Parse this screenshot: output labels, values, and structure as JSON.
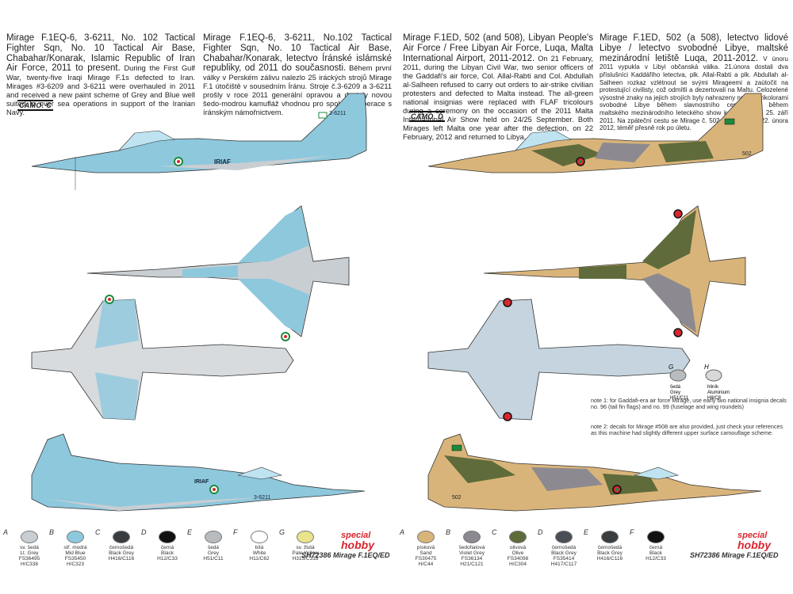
{
  "left": {
    "caption_en_lead": "Mirage F.1EQ-6, 3-6211, No. 102 Tactical Fighter Sqn, No. 10 Tactical Air Base, Chabahar/Konarak, Islamic Republic of Iran Air Force, 2011 to present.",
    "caption_en_rest": "During the First Gulf War, twenty-five Iraqi Mirage F.1s defected to Iran. Mirages #3-6209 and 3-6211 were overhauled in 2011 and received a new paint scheme of Grey and Blue well suited to over sea operations in support of the Iranian Navy.",
    "caption_cz_lead": "Mirage F.1EQ-6, 3-6211, No.102 Tactical Fighter Sqn, No. 10 Tactical Air Base, Chabahar/Konarak, letectvo Íránské islámské republiky, od 2011 do současnosti.",
    "caption_cz_rest": "Během první války v Perském zálivu nalezlo 25 iráckých strojů Mirage F.1 útočiště v sousedním Íránu. Stroje č.3-6209 a 3-6211 prošly v roce 2011 generální opravou a dostaly novou šedo-modrou kamufláž vhodnou pro společné operace s íránským námořnictvem.",
    "camo_label": "CAMO. C",
    "serial": "3-6211",
    "marking": "IRIAF",
    "footer": "SH72386 Mirage F.1EQ/ED",
    "swatches": [
      {
        "code": "A",
        "name1": "sv. šedá",
        "name2": "Lt. Grey",
        "fs": "FS36495",
        "ref": "H/C338",
        "color": "#c9ced2"
      },
      {
        "code": "B",
        "name1": "stř. modrá",
        "name2": "Mid Blue",
        "fs": "FS35450",
        "ref": "H/C323",
        "color": "#8ec8dd"
      },
      {
        "code": "C",
        "name1": "černošedá",
        "name2": "Black Grey",
        "fs": "H416/C116",
        "ref": "",
        "color": "#3a3d3f"
      },
      {
        "code": "D",
        "name1": "černá",
        "name2": "Black",
        "fs": "H12/C33",
        "ref": "",
        "color": "#111111"
      },
      {
        "code": "E",
        "name1": "šedá",
        "name2": "Grey",
        "fs": "H51/C11",
        "ref": "",
        "color": "#b9bcbf"
      },
      {
        "code": "F",
        "name1": "bílá",
        "name2": "White",
        "fs": "H11/C62",
        "ref": "",
        "color": "#ffffff"
      },
      {
        "code": "G",
        "name1": "sv. žlutá",
        "name2": "Pale Yellow",
        "fs": "H315/C318",
        "ref": "",
        "color": "#e9e48b"
      }
    ]
  },
  "right": {
    "caption_en_lead": "Mirage F.1ED, 502 (and 508), Libyan People's Air Force / Free Libyan Air Force, Luqa, Malta International Airport, 2011-2012.",
    "caption_en_rest": "On 21 February, 2011, during the Libyan Civil War, two senior officers of the Gaddafi's air force, Col. Allal-Rabti and Col. Abdullah al-Salheen refused to carry out orders to air-strike civilian protesters and defected to Malta instead. The all-green national insignias were replaced with FLAF tricolours during a ceremony on the occasion of the 2011 Malta International Air Show held on 24/25 September. Both Mirages left Malta one year after the defection, on 22 February, 2012 and returned to Libya.",
    "caption_cz_lead": "Mirage F.1ED, 502 (a 508), letectvo lidové Libye / letectvo svobodné Libye, maltské mezinárodní letiště Luqa, 2011-2012.",
    "caption_cz_rest": "V únoru 2011 vypukla v Libyi občanská válka. 21.února dostali dva příslušníci Kaddáfího letectva, plk. Allal-Rabti a plk. Abdullah al-Salheen rozkaz vzlétnout se svými Mirageemi a zaútočit na protestující civilisty, což odmítli a dezertovali na Maltu. Celozelené výsostné znaky na jejich strojích byly nahrazeny novými trikolorami svobodné Libye během slavnostního ceremoniálu během maltského mezinárodního leteckého show konané 24. a 25. září 2011. Na zpáteční cestu se Mirage č. 502 a 508 vydaly 22. února 2012, téměř přesně rok po úletu.",
    "camo_label": "CAMO. D",
    "serial": "502",
    "note1": "note 1: for Gaddafi-era air force Mirage, use early two national insignia decals no. 96 (tail fin flags) and no. 99 (fuselage and wing roundels)",
    "note2": "note 2: decals for Mirage #508 are also provided, just check your references as this machine had slightly different upper surface camouflage scheme.",
    "mini_swatches": [
      {
        "code": "G",
        "name1": "šedá",
        "name2": "Grey",
        "ref": "H51/C11",
        "color": "#b9bcbf"
      },
      {
        "code": "H",
        "name1": "hliník",
        "name2": "Aluminium",
        "ref": "H8/C8",
        "color": "#d8d8d8"
      }
    ],
    "footer": "SH72386 Mirage F.1EQ/ED",
    "swatches": [
      {
        "code": "A",
        "name1": "písková",
        "name2": "Sand",
        "fs": "FS30475",
        "ref": "H/C44",
        "color": "#d9b47a"
      },
      {
        "code": "B",
        "name1": "šedofialová",
        "name2": "Violet Grey",
        "fs": "FS36134",
        "ref": "H21/C121",
        "color": "#8c8a90"
      },
      {
        "code": "C",
        "name1": "olivová",
        "name2": "Olive",
        "fs": "FS34098",
        "ref": "H/C304",
        "color": "#5f6b3a"
      },
      {
        "code": "D",
        "name1": "černošedá",
        "name2": "Black Grey",
        "fs": "FS35414",
        "ref": "H417/C117",
        "color": "#4a4f57"
      },
      {
        "code": "E",
        "name1": "černošedá",
        "name2": "Black Grey",
        "fs": "H416/C116",
        "ref": "",
        "color": "#3a3d3f"
      },
      {
        "code": "F",
        "name1": "černá",
        "name2": "Black",
        "fs": "H12/C33",
        "ref": "",
        "color": "#111111"
      }
    ]
  },
  "brand": {
    "line1": "special",
    "line2": "hobby"
  },
  "colors": {
    "iran_blue": "#8ec8dd",
    "iran_grey": "#c9ced2",
    "libya_sand": "#d9b47a",
    "libya_olive": "#5f6b3a",
    "libya_grey": "#8c8a90",
    "accent_red": "#d8262f"
  }
}
